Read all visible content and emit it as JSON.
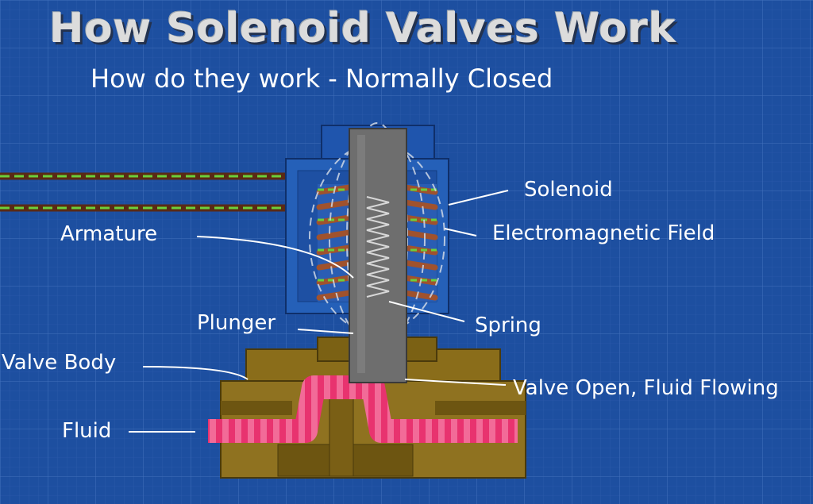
{
  "title": "How Solenoid Valves Work",
  "subtitle": "How do they work - Normally Closed",
  "labels": {
    "solenoid": "Solenoid",
    "field": "Electromagnetic Field",
    "armature": "Armature",
    "plunger": "Plunger",
    "spring": "Spring",
    "valve_body": "Valve Body",
    "valve_open": "Valve Open, Fluid Flowing",
    "fluid": "Fluid"
  },
  "colors": {
    "background": "#1d4fa0",
    "grid": "#3a66b4",
    "coil_housing": "#2560b8",
    "armature": "#6e6e6e",
    "coil_copper": "#a0522d",
    "field_lines": "#cfd8e6",
    "valve_brass": "#8a6d1a",
    "fluid": "#ea3c77",
    "wire_green": "#6ccf3a",
    "label_text": "#ffffff"
  }
}
